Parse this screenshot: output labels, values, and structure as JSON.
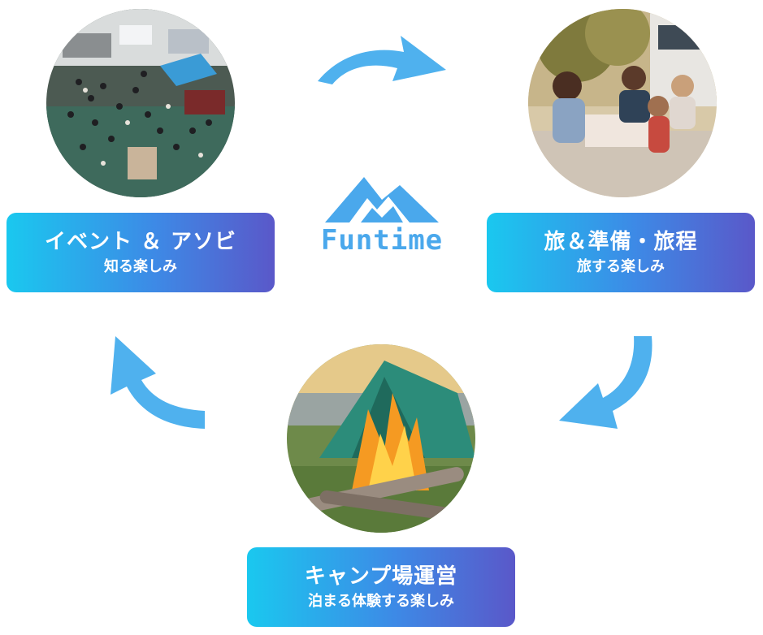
{
  "logo": {
    "name": "Funtime",
    "color": "#4aa8ec"
  },
  "colors": {
    "arrow": "#4fb1ee",
    "box_gradient_start": "#1ac8ef",
    "box_gradient_end": "#5a58c9"
  },
  "steps": [
    {
      "title": "イベント ＆ アソビ",
      "subtitle": "知る楽しみ",
      "photo_icon": "event-market-photo"
    },
    {
      "title": "旅＆準備・旅程",
      "subtitle": "旅する楽しみ",
      "photo_icon": "family-picnic-photo"
    },
    {
      "title": "キャンプ場運営",
      "subtitle": "泊まる体験する楽しみ",
      "photo_icon": "campfire-photo"
    }
  ]
}
